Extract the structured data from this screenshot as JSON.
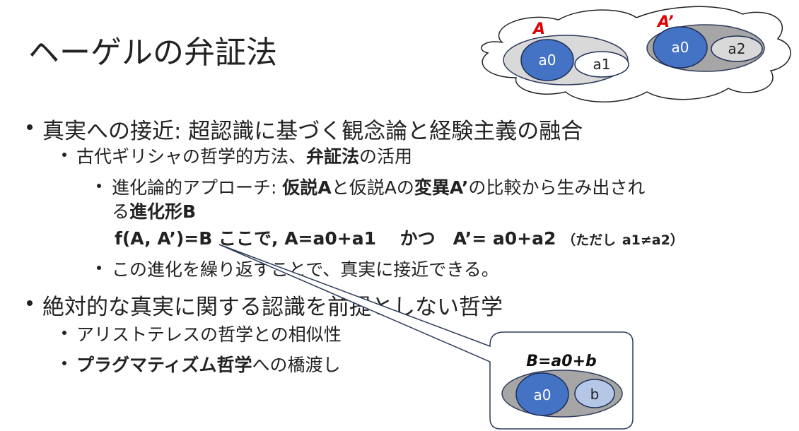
{
  "title": "ヘーゲルの弁証法",
  "bullets": {
    "b1": "真実への接近: 超認識に基づく観念論と経験主義の融合",
    "b1_1_pre": "古代ギリシャの哲学的方法、",
    "b1_1_bold": "弁証法",
    "b1_1_post": "の活用",
    "b1_1_1": {
      "t1": "進化論的アプローチ: ",
      "t2": "仮説A",
      "t3": "と仮説Aの",
      "t4": "変異A’",
      "t5": "の比較から生み出され",
      "t6": "る",
      "t7": "進化形B"
    },
    "formula": {
      "main": "f(A, A’)=B ここで, A=a0+a1　 かつ　A’= a0+a2",
      "note_open": "（ただし",
      "note_body": "a1≠a2",
      "note_close": "）"
    },
    "b1_1_2": "この進化を繰り返すことで、真実に接近できる。",
    "b2": "絶対的な真実に関する認識を前提としない哲学",
    "b2_1": "アリストテレスの哲学との相似性",
    "b2_2_bold": "プラグマティズム哲学",
    "b2_2_post": "への橋渡し"
  },
  "diagram": {
    "label_A": "A",
    "label_A_prime": "A’",
    "a0": "a0",
    "a1": "a1",
    "a2": "a2",
    "callout_formula": "B=a0+b",
    "b": "b",
    "colors": {
      "blue": "#4472c4",
      "red": "#e00000",
      "light_gray": "#d9d9d9",
      "mid_gray": "#a6a6a6",
      "light_blue": "#b4c7e7"
    }
  }
}
